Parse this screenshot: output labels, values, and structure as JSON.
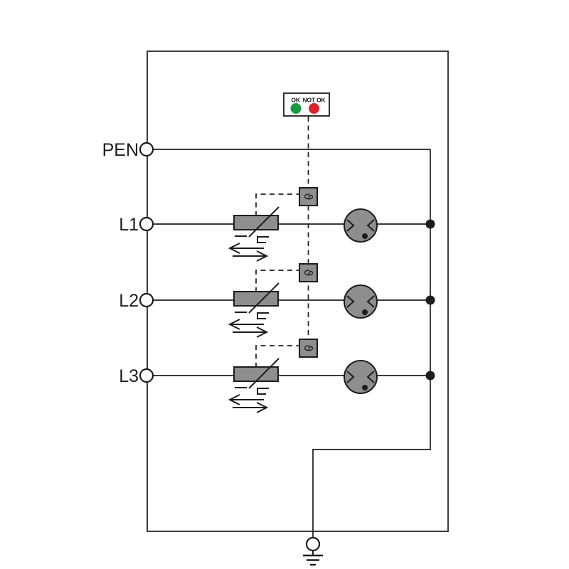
{
  "diagram": {
    "indicator": {
      "ok_label": "OK",
      "not_ok_label": "NOT OK",
      "ok_color": "#169c3e",
      "not_ok_color": "#d8232a"
    },
    "terminals": {
      "pen": "PEN",
      "l1": "L1",
      "l2": "L2",
      "l3": "L3"
    },
    "symbols": {
      "thermal_disconnector_glyph": "ϑ"
    },
    "colors": {
      "component_fill": "#8e8e8e",
      "line_color": "#1d1d1b",
      "background": "#ffffff"
    }
  }
}
